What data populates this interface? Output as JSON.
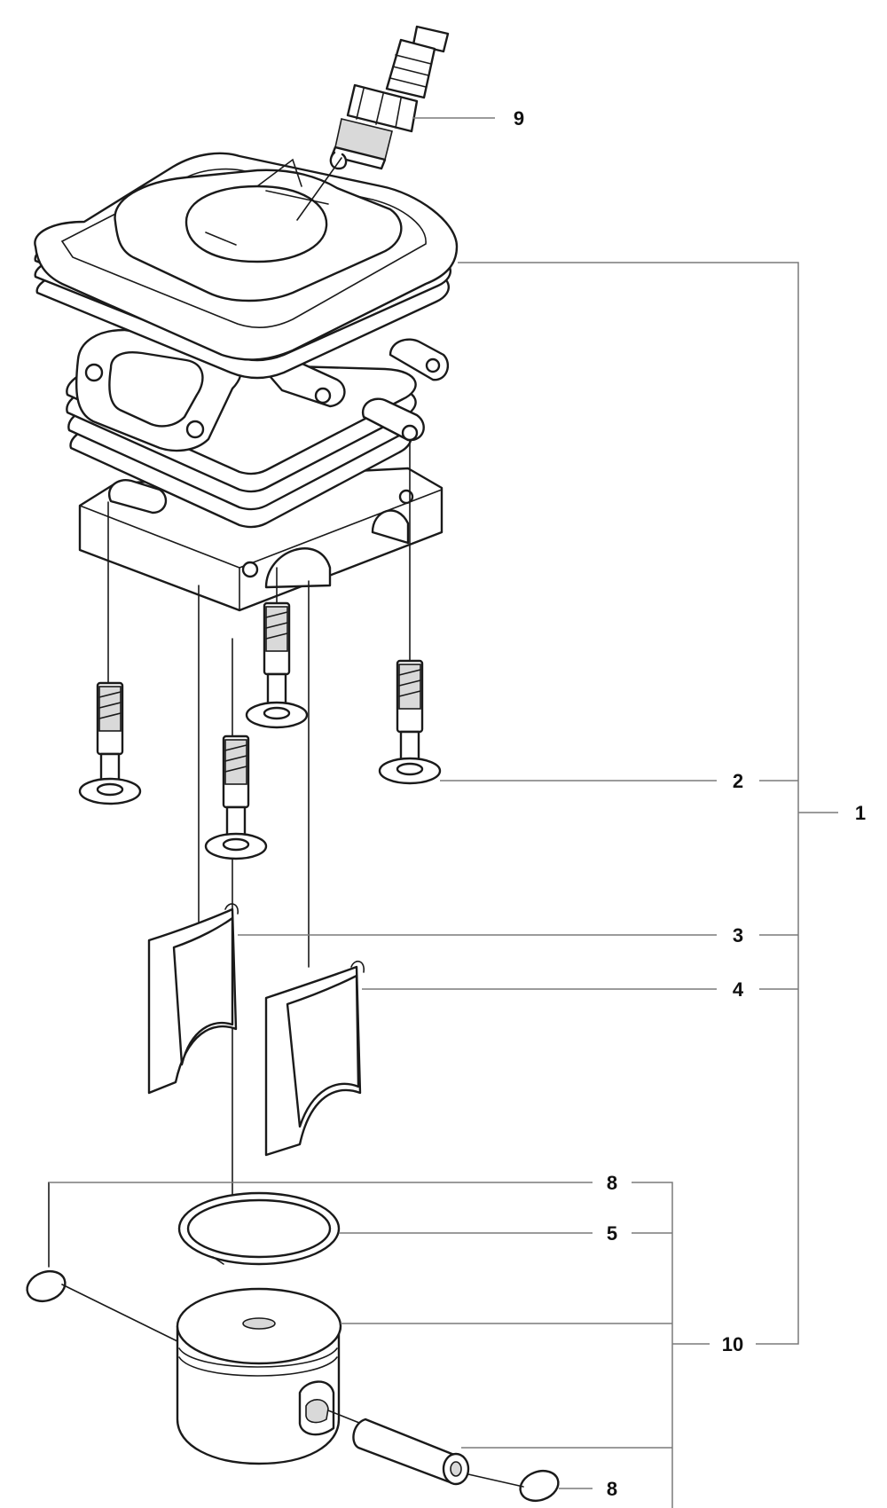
{
  "callouts": {
    "c1": "1",
    "c2": "2",
    "c3": "3",
    "c4": "4",
    "c5": "5",
    "c8a": "8",
    "c8b": "8",
    "c9": "9",
    "c10": "10"
  },
  "colors": {
    "line": "#1a1a1a",
    "leader": "#7a7a7a",
    "background": "#ffffff"
  }
}
